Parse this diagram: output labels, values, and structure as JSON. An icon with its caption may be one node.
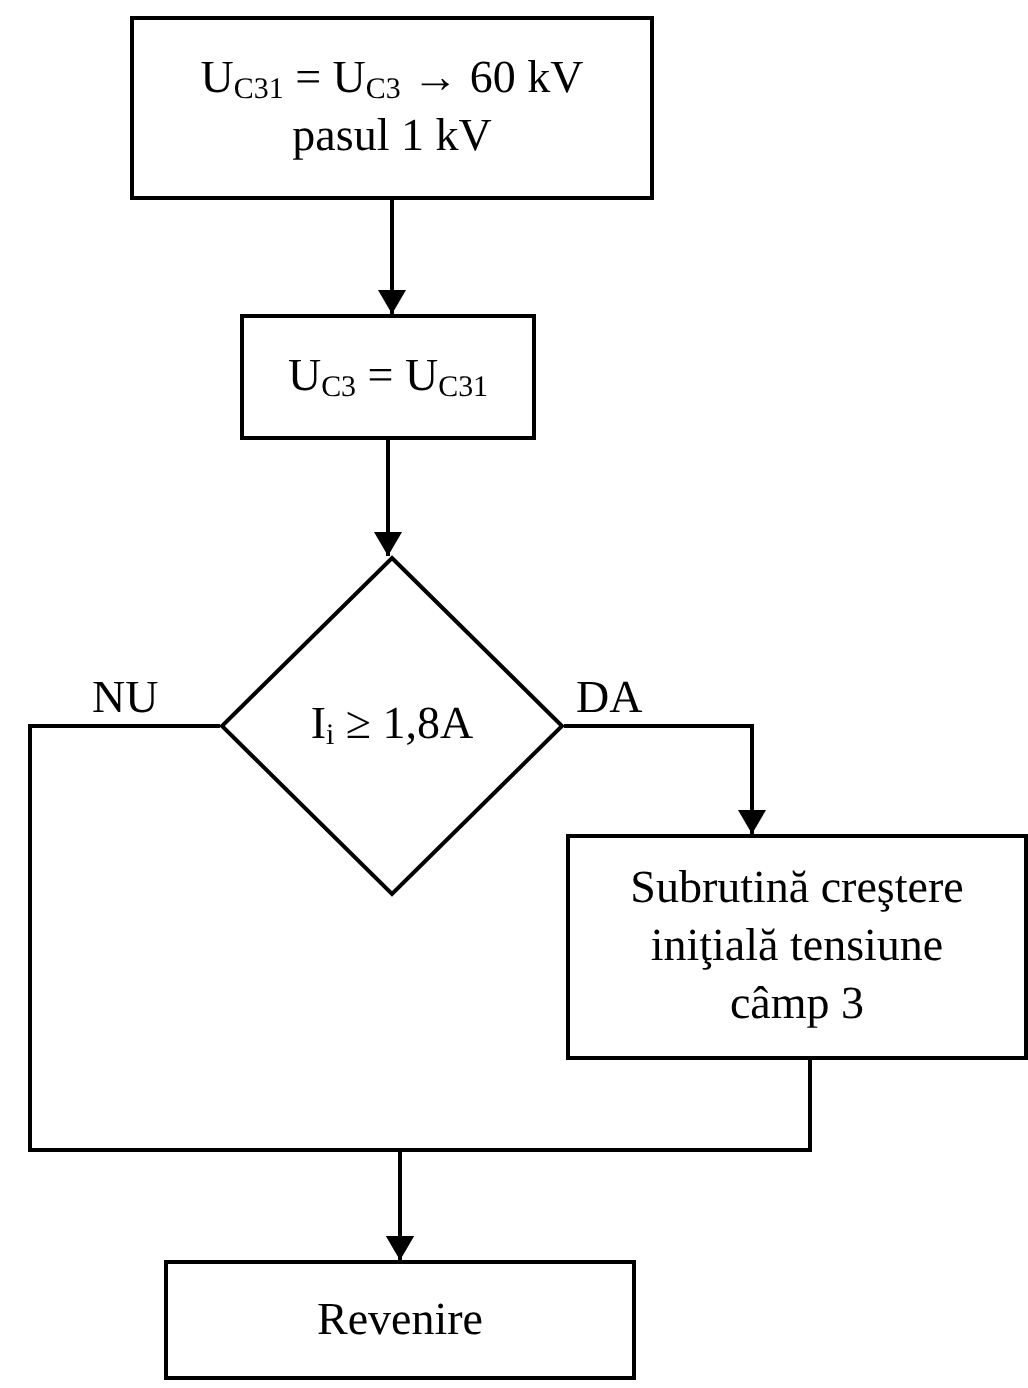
{
  "diagram": {
    "nodes": [
      {
        "text": [
          "U$_{C31}$ = U$_{C3}$ → 60 kV",
          "pasul 1 kV"
        ]
      },
      {
        "text": [
          "U$_{C3}$ = U$_{C31}$"
        ]
      },
      {
        "text": [
          "I$_{i}$ ≥ 1,8A"
        ]
      },
      {
        "text": [
          "Subrutină creştere iniţială tensiune câmp 3"
        ]
      },
      {
        "text": [
          "Revenire"
        ]
      }
    ],
    "edges": [
      {
        "from": 0,
        "to": 1,
        "arrow": "to"
      },
      {
        "from": 1,
        "to": 2,
        "arrow": "to"
      },
      {
        "from": 2,
        "to": 3,
        "arrow": "to",
        "label": "DA"
      },
      {
        "from": 2,
        "to": 4,
        "arrow": "to",
        "label": "NU"
      },
      {
        "from": 3,
        "to": 4,
        "arrow": "to"
      }
    ]
  }
}
